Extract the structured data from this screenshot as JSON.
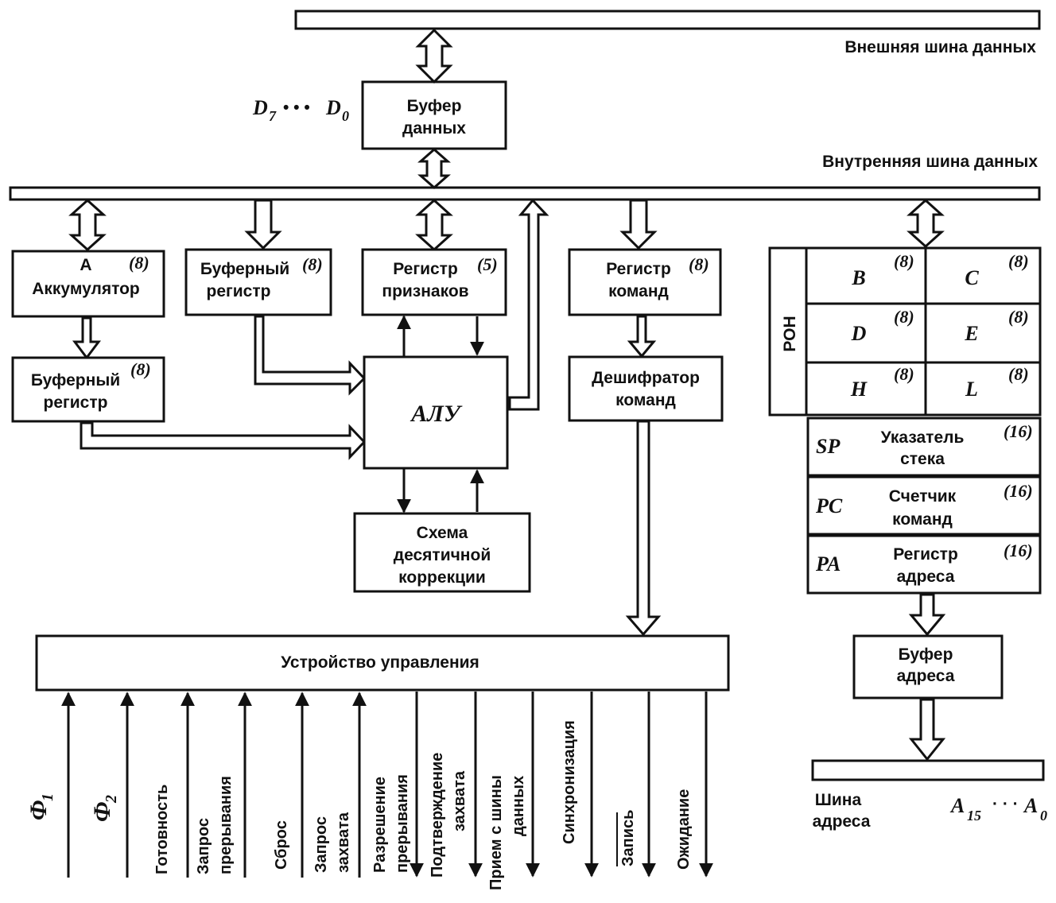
{
  "buses": {
    "external_data": "Внешняя шина данных",
    "internal_data": "Внутренняя шина данных",
    "address": [
      "Шина",
      "адреса"
    ]
  },
  "data_pins": {
    "d7": "D",
    "d7_sub": "7",
    "dots": "• • •",
    "d0": "D",
    "d0_sub": "0"
  },
  "address_pins": {
    "a15": "A",
    "a15_sub": "15",
    "dots": "· · ·",
    "a0": "A",
    "a0_sub": "0"
  },
  "blocks": {
    "data_buffer": [
      "Буфер",
      "данных"
    ],
    "accumulator": {
      "lines": [
        "A",
        "Аккумулятор"
      ],
      "bits": "(8)"
    },
    "acc_buffer_register": {
      "lines": [
        "Буферный",
        "регистр"
      ],
      "bits": "(8)"
    },
    "buffer_register": {
      "lines": [
        "Буферный",
        "регистр"
      ],
      "bits": "(8)"
    },
    "flags_register": {
      "lines": [
        "Регистр",
        "признаков"
      ],
      "bits": "(5)"
    },
    "instruction_register": {
      "lines": [
        "Регистр",
        "команд"
      ],
      "bits": "(8)"
    },
    "alu": "АЛУ",
    "instruction_decoder": [
      "Дешифратор",
      "команд"
    ],
    "decimal_correction": [
      "Схема",
      "десятичной",
      "коррекции"
    ],
    "control_unit": "Устройство управления",
    "address_buffer": [
      "Буфер",
      "адреса"
    ]
  },
  "gpr": {
    "label": "РОН",
    "registers": [
      {
        "name": "B",
        "bits": "(8)"
      },
      {
        "name": "C",
        "bits": "(8)"
      },
      {
        "name": "D",
        "bits": "(8)"
      },
      {
        "name": "E",
        "bits": "(8)"
      },
      {
        "name": "H",
        "bits": "(8)"
      },
      {
        "name": "L",
        "bits": "(8)"
      }
    ]
  },
  "wide_registers": [
    {
      "abbr": "SP",
      "lines": [
        "Указатель",
        "стека"
      ],
      "bits": "(16)"
    },
    {
      "abbr": "PC",
      "lines": [
        "Счетчик",
        "команд"
      ],
      "bits": "(16)"
    },
    {
      "abbr": "PA",
      "lines": [
        "Регистр",
        "адреса"
      ],
      "bits": "(16)"
    }
  ],
  "signals": {
    "phi1": "Ф",
    "phi1_sub": "1",
    "phi2": "Ф",
    "phi2_sub": "2",
    "lines": [
      [
        "Готовность"
      ],
      [
        "Запрос",
        "прерывания"
      ],
      [
        "Сброс"
      ],
      [
        "Запрос",
        "захвата"
      ],
      [
        "Разрешение",
        "прерывания"
      ],
      [
        "Подтверждение",
        "захвата"
      ],
      [
        "Прием с шины",
        "данных"
      ],
      [
        "Синхронизация"
      ],
      [
        "Запись"
      ],
      [
        "Ожидание"
      ]
    ]
  }
}
